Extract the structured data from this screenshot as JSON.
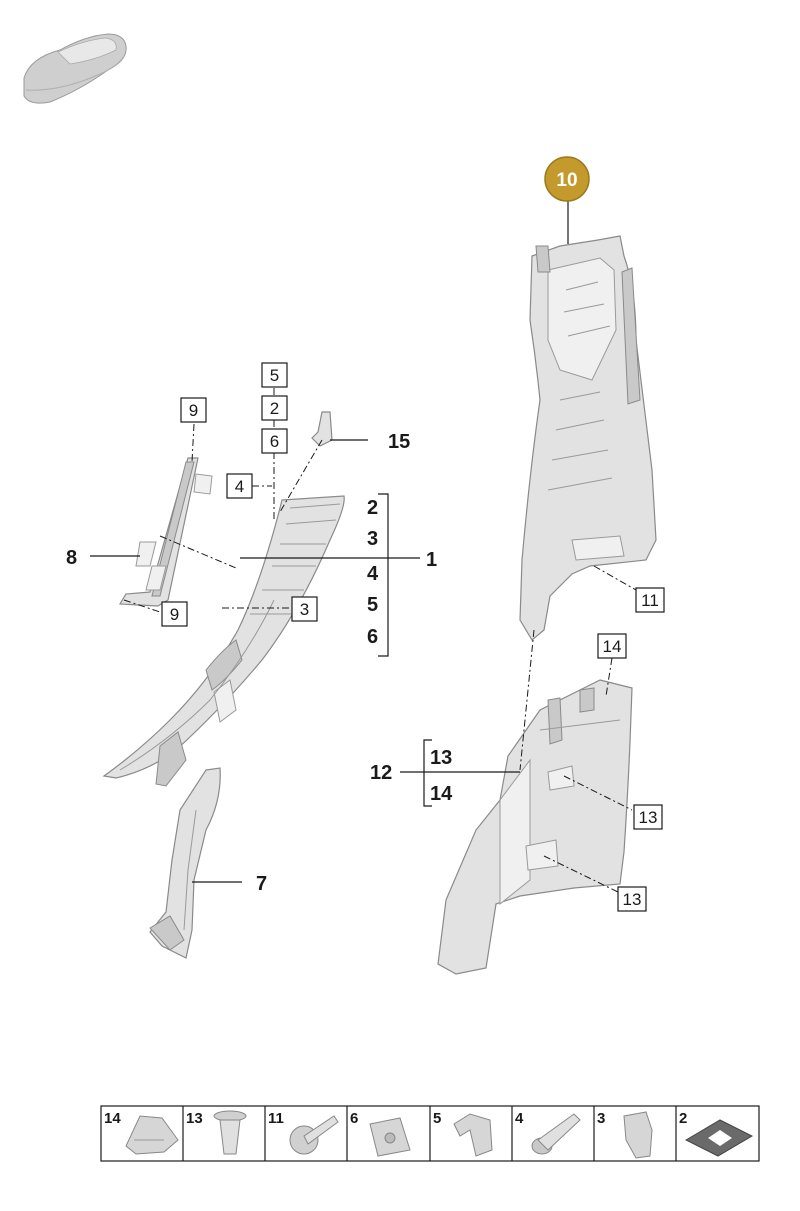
{
  "callouts": {
    "c1": "1",
    "c7": "7",
    "c8": "8",
    "c12": "12",
    "c15": "15",
    "bracket1": [
      "2",
      "3",
      "4",
      "5",
      "6"
    ],
    "bracket12": [
      "13",
      "14"
    ]
  },
  "badge": {
    "label": "10",
    "color": "#c49a2c"
  },
  "boxes": {
    "b5": "5",
    "b2": "2",
    "b6": "6",
    "b4": "4",
    "b9a": "9",
    "b9b": "9",
    "b3": "3",
    "b11": "11",
    "b14": "14",
    "b13a": "13",
    "b13b": "13"
  },
  "legend": {
    "items": [
      {
        "number": "14",
        "icon": "clip-icon"
      },
      {
        "number": "13",
        "icon": "expanding-rivet-icon"
      },
      {
        "number": "11",
        "icon": "screw-icon"
      },
      {
        "number": "6",
        "icon": "square-nut-icon"
      },
      {
        "number": "5",
        "icon": "spring-clip-icon"
      },
      {
        "number": "4",
        "icon": "plug-icon"
      },
      {
        "number": "3",
        "icon": "retainer-clip-icon"
      },
      {
        "number": "2",
        "icon": "foam-pad-icon"
      }
    ]
  }
}
